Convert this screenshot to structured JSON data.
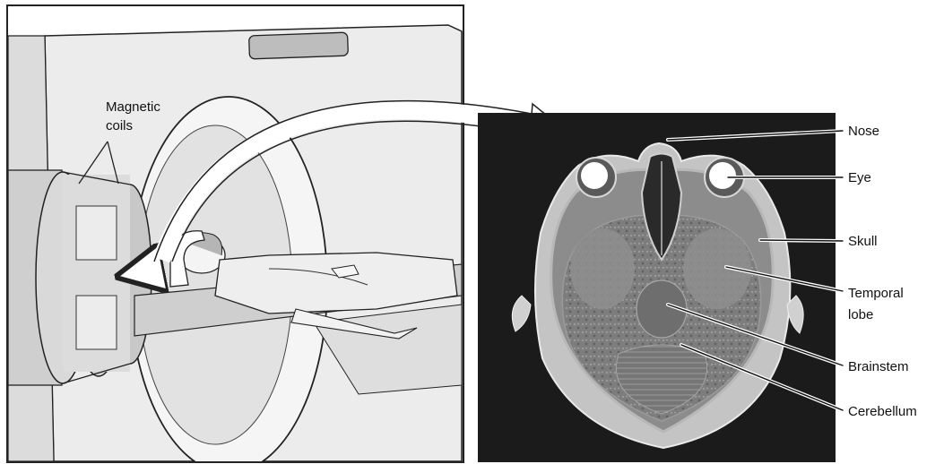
{
  "mri_labels": {
    "magnetic_line1": "Magnetic",
    "magnetic_line2": "coils"
  },
  "scan_labels": {
    "nose": "Nose",
    "eye": "Eye",
    "skull": "Skull",
    "temporal_line1": "Temporal",
    "temporal_line2": "lobe",
    "brainstem": "Brainstem",
    "cerebellum": "Cerebellum"
  },
  "colors": {
    "scan_background": "#1b1b1b",
    "skull": "#9a9a9a",
    "brain": "#7b7b7b",
    "machine": "#e6e6e6",
    "outline": "#222222"
  }
}
